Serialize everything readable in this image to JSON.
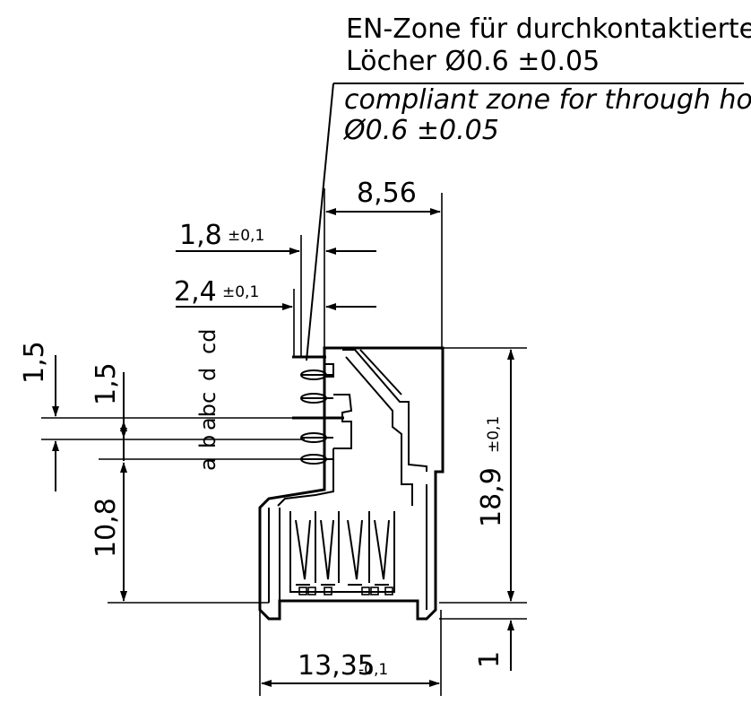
{
  "notes": {
    "de_line1": "EN-Zone für durchkontaktierte",
    "de_line2": "Löcher Ø0.6 ±0.05",
    "en_line1": "compliant zone for through hole",
    "en_line2": "Ø0.6 ±0.05"
  },
  "dimensions": {
    "width_top": "8,56",
    "offset_1": {
      "value": "1,8",
      "tol": "±0,1"
    },
    "offset_2": {
      "value": "2,4",
      "tol": "±0,1"
    },
    "pitch_a": "1,5",
    "pitch_b": "1,5",
    "base_height": "10,8",
    "total_height": {
      "value": "18,9",
      "tol": "±0,1"
    },
    "bottom_offset": "1",
    "width_bottom": {
      "value": "13,35",
      "tol": "-0,1"
    }
  },
  "row_labels": [
    "cd",
    "d",
    "c",
    "ab",
    "b",
    "a"
  ]
}
